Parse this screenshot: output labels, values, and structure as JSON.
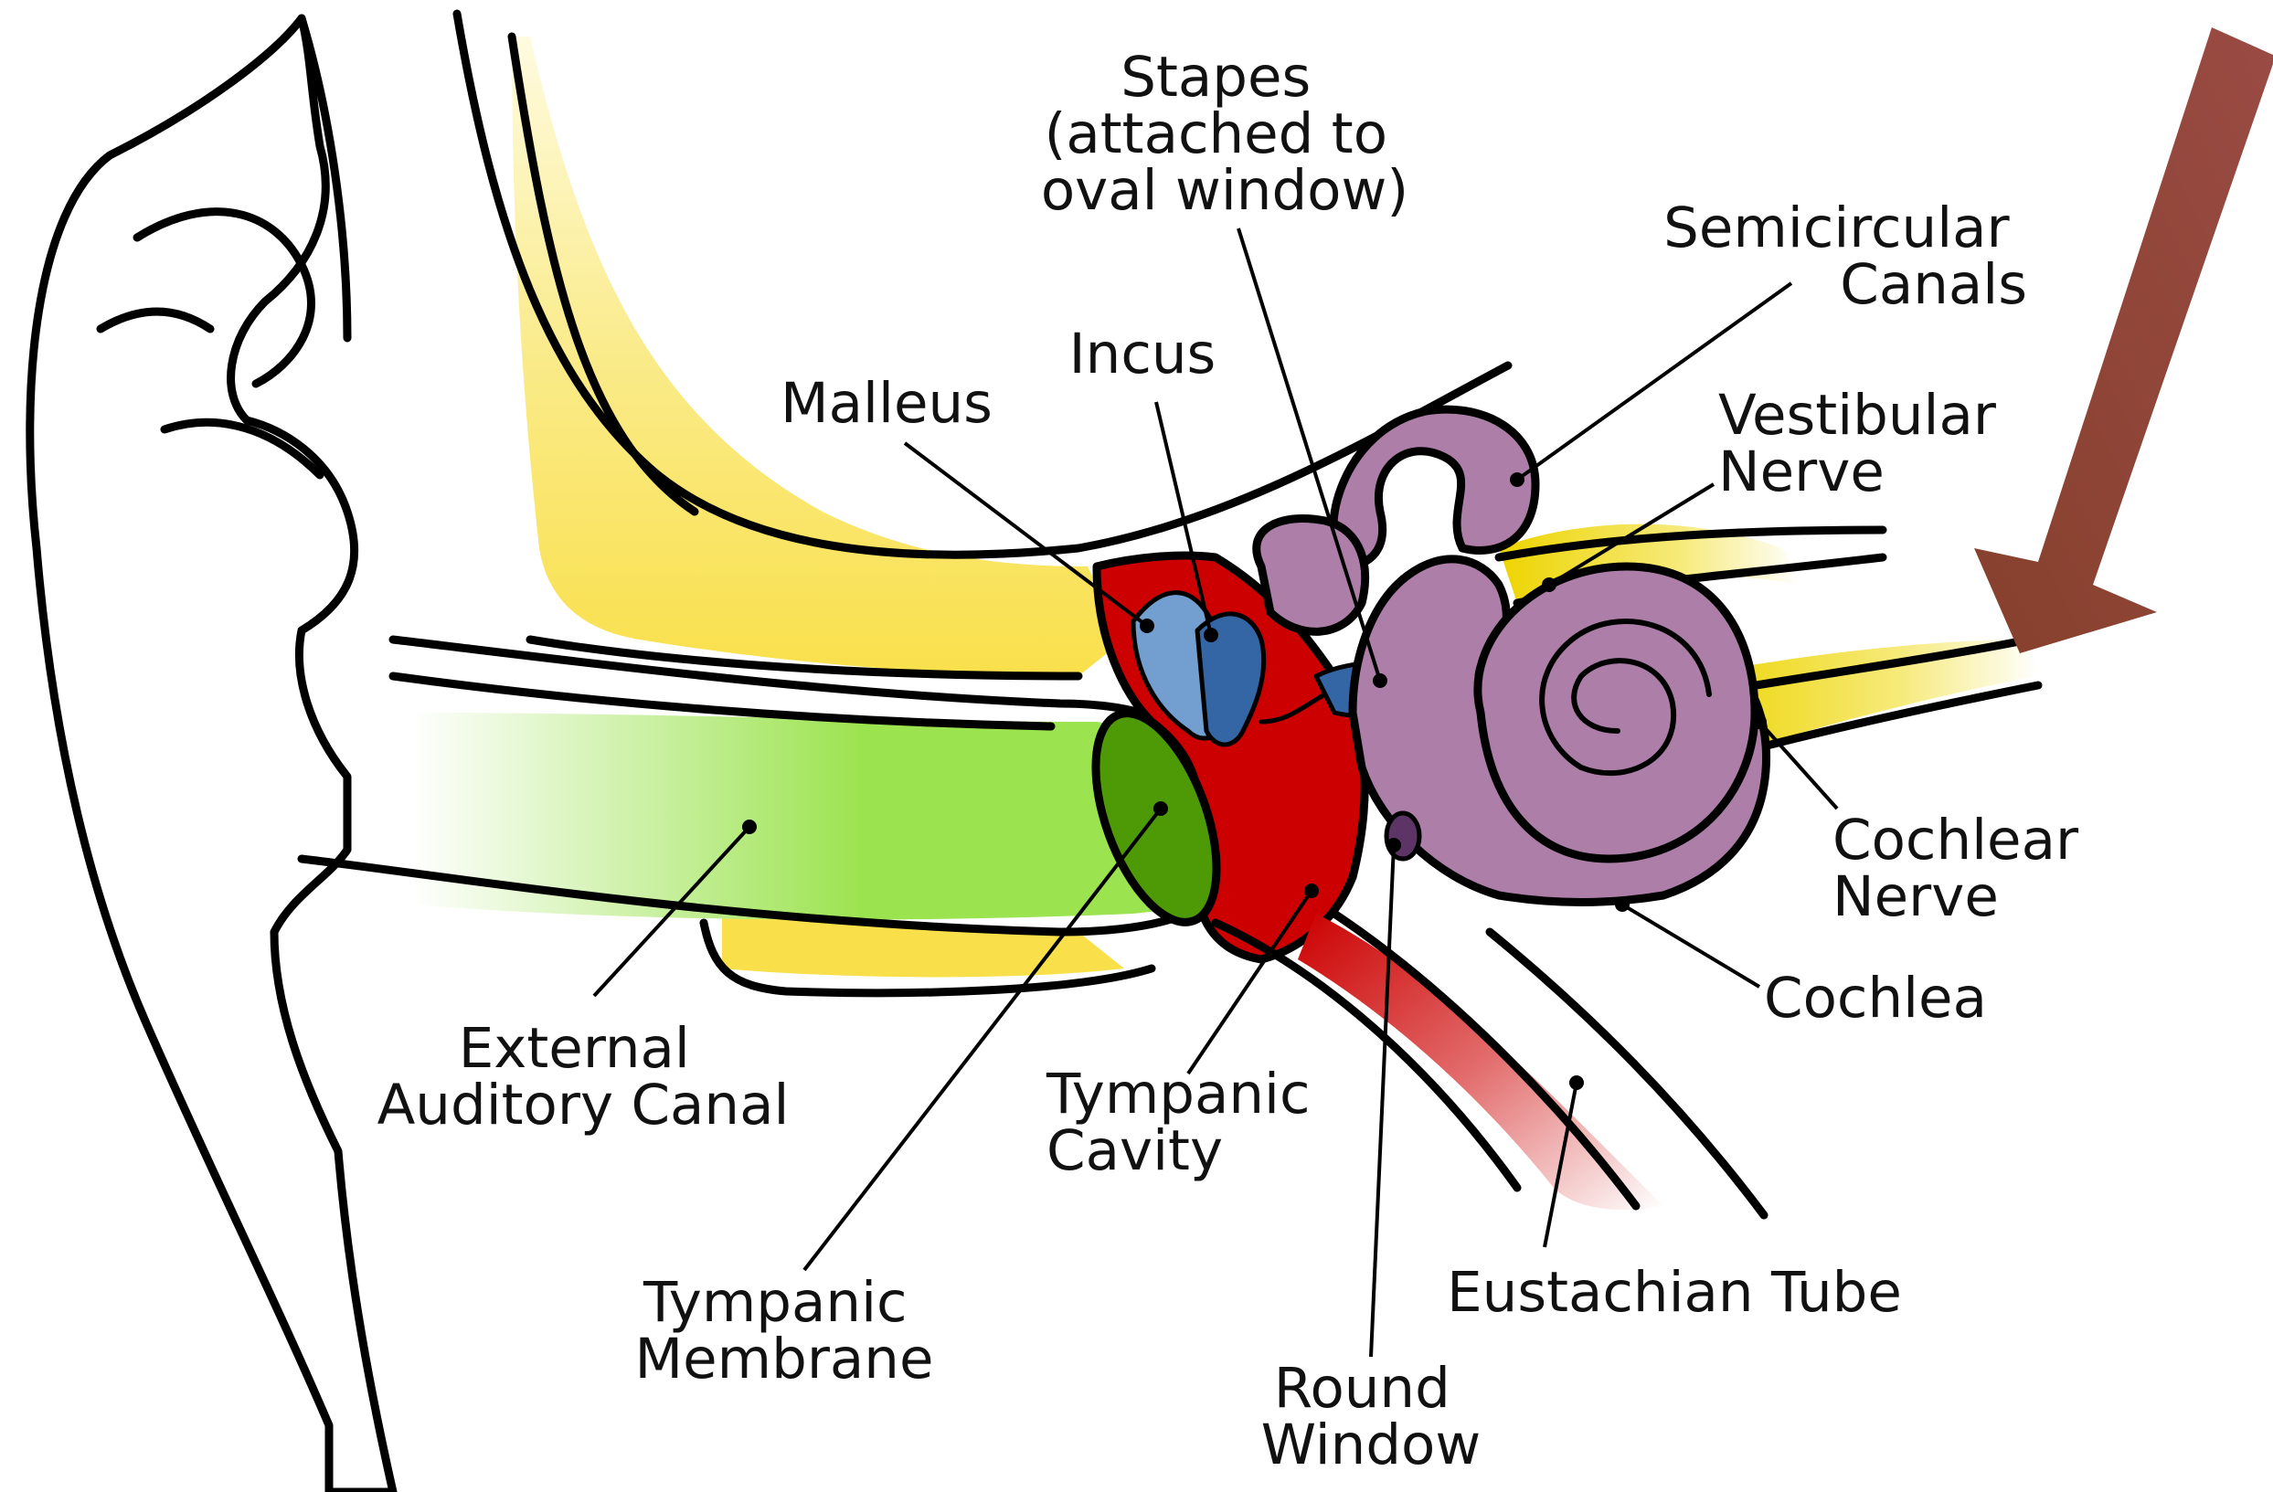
{
  "labels": {
    "stapes": [
      "Stapes",
      "(attached to",
      "oval window)"
    ],
    "semicircular_canals": [
      "Semicircular",
      "Canals"
    ],
    "incus": [
      "Incus"
    ],
    "malleus": [
      "Malleus"
    ],
    "vestibular_nerve": [
      "Vestibular",
      "Nerve"
    ],
    "cochlear_nerve": [
      "Cochlear",
      "Nerve"
    ],
    "cochlea": [
      "Cochlea"
    ],
    "external_auditory_canal": [
      "External",
      "Auditory Canal"
    ],
    "tympanic_cavity": [
      "Tympanic",
      "Cavity"
    ],
    "eustachian_tube": [
      "Eustachian Tube"
    ],
    "tympanic_membrane": [
      "Tympanic",
      "Membrane"
    ],
    "round_window": [
      "Round",
      "Window"
    ]
  },
  "colors": {
    "outline": "#000000",
    "ear_fill": "#ffffff",
    "bone_yellow": "#f9e04b",
    "canal_green": "#9be34f",
    "membrane_green": "#4e9a06",
    "cavity_red": "#cc0000",
    "ossicle_blue": "#729fcf",
    "ossicle_dark_blue": "#3465a4",
    "inner_ear_purple": "#ad7fa8",
    "nerve_yellow": "#edd400",
    "eustachian_pink": "#ef8a8a",
    "arrow_brown": "#8f3f32"
  },
  "icons": {
    "sound_direction_arrow": "down-left-arrow-icon"
  }
}
